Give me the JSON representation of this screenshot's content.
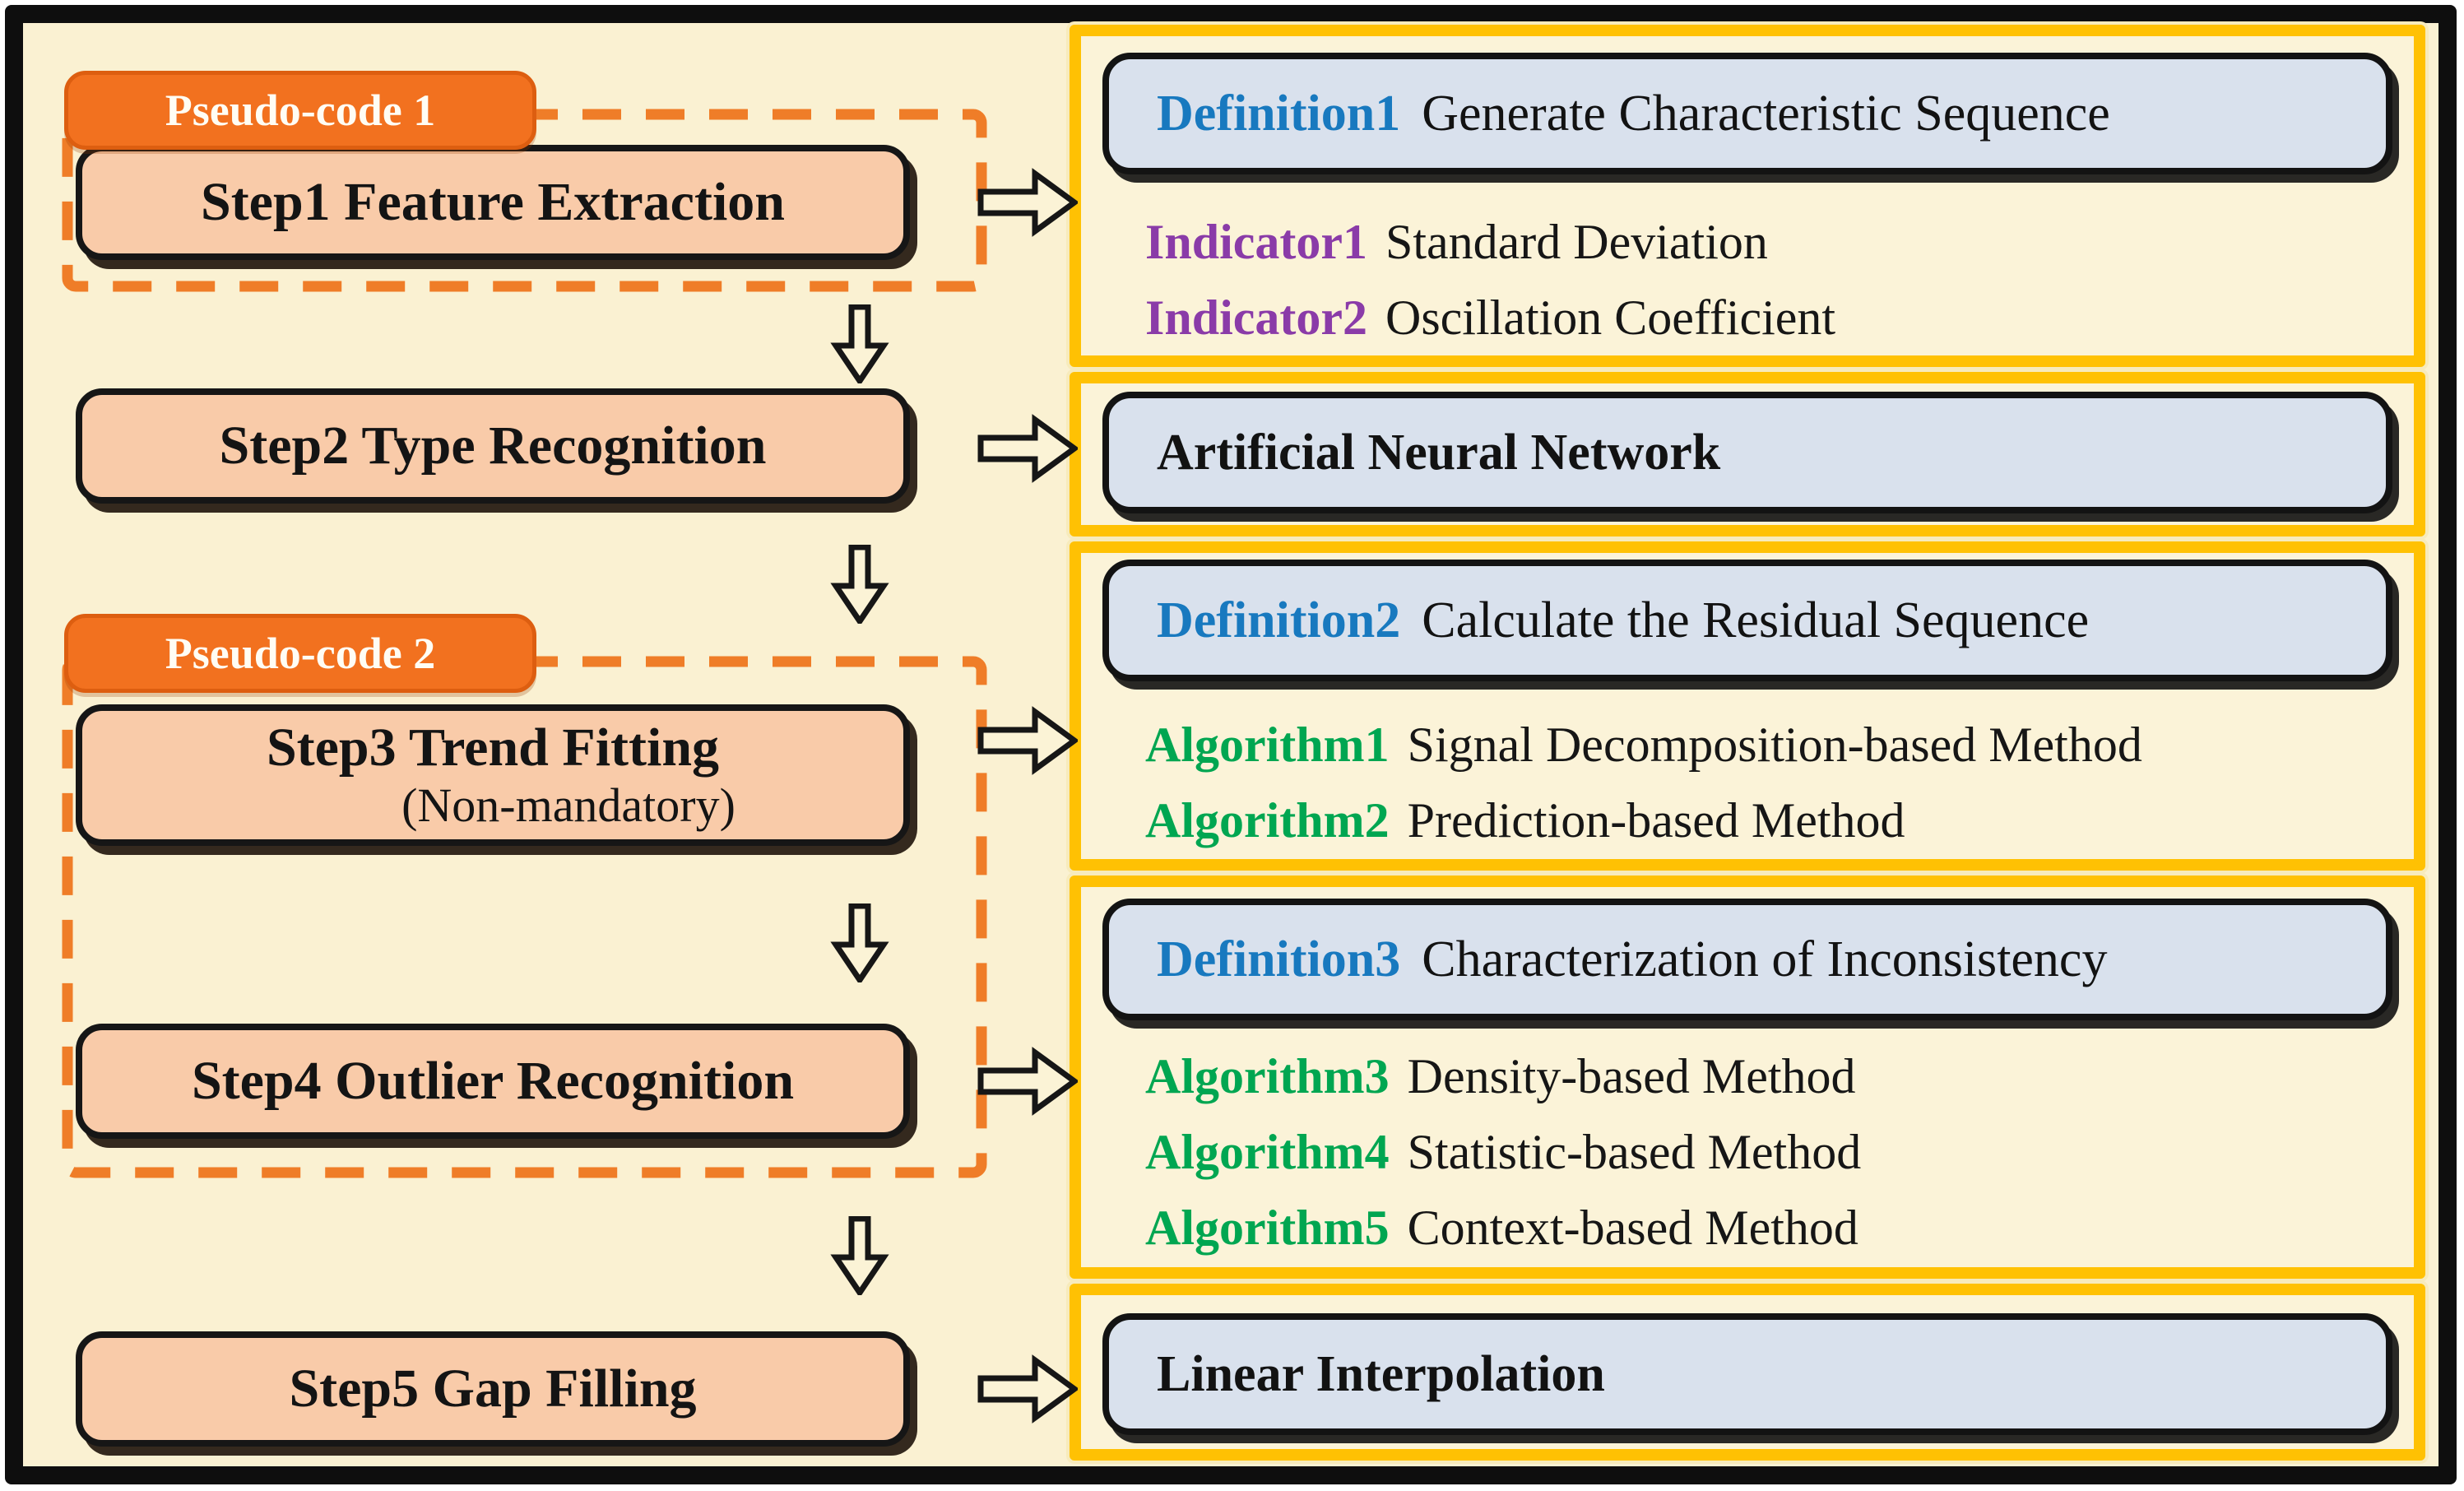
{
  "figure": {
    "type": "flowchart",
    "left_flow": {
      "badges": [
        {
          "label": "Pseudo-code 1"
        },
        {
          "label": "Pseudo-code 2"
        }
      ],
      "steps": [
        {
          "label": "Step1 Feature Extraction"
        },
        {
          "label": "Step2 Type Recognition"
        },
        {
          "label": "Step3 Trend Fitting",
          "sublabel": "(Non-mandatory)"
        },
        {
          "label": "Step4 Outlier Recognition"
        },
        {
          "label": "Step5 Gap Filling"
        }
      ]
    },
    "panels": [
      {
        "title": {
          "keyword": "Definition1",
          "text": "Generate Characteristic Sequence"
        },
        "items": [
          {
            "keyword": "Indicator1",
            "text": "Standard Deviation"
          },
          {
            "keyword": "Indicator2",
            "text": "Oscillation Coefficient"
          }
        ]
      },
      {
        "title": {
          "keyword": "",
          "text": "Artificial Neural Network"
        },
        "items": []
      },
      {
        "title": {
          "keyword": "Definition2",
          "text": "Calculate the Residual Sequence"
        },
        "items": [
          {
            "keyword": "Algorithm1",
            "text": "Signal Decomposition-based Method"
          },
          {
            "keyword": "Algorithm2",
            "text": "Prediction-based Method"
          }
        ]
      },
      {
        "title": {
          "keyword": "Definition3",
          "text": "Characterization of Inconsistency"
        },
        "items": [
          {
            "keyword": "Algorithm3",
            "text": "Density-based Method"
          },
          {
            "keyword": "Algorithm4",
            "text": "Statistic-based Method"
          },
          {
            "keyword": "Algorithm5",
            "text": "Context-based Method"
          }
        ]
      },
      {
        "title": {
          "keyword": "",
          "text": "Linear Interpolation"
        },
        "items": []
      }
    ],
    "colors": {
      "canvas_bg": "#FAF1D2",
      "frame_border": "#0E0E0E",
      "step_box_fill": "#F9CBA9",
      "badge_fill": "#F2711F",
      "badge_border": "#DD5E10",
      "dashed_outline": "#EF7D28",
      "panel_border": "#FFC103",
      "panel_bg": "#FBF3D8",
      "title_box_fill": "#D9E1ED",
      "definition_keyword": "#1879BF",
      "indicator_keyword": "#8A3BA8",
      "algorithm_keyword": "#00A651"
    }
  }
}
